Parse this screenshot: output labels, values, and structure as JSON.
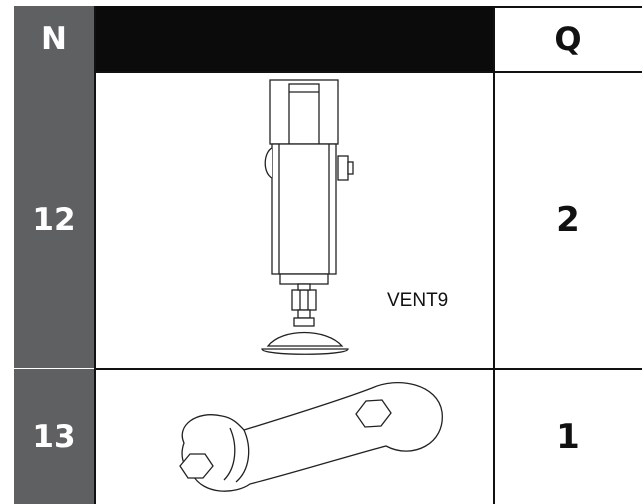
{
  "header": {
    "n_label": "N",
    "q_label": "Q"
  },
  "rows": [
    {
      "number": "12",
      "part_code": "VENT9",
      "quantity": "2",
      "illustration": "adjustable-foot-icon"
    },
    {
      "number": "13",
      "part_code": "",
      "quantity": "1",
      "illustration": "hex-wrench-icon"
    }
  ],
  "colors": {
    "header_gray": "#5f6062",
    "header_black": "#0b0b0b",
    "line": "#111111"
  }
}
